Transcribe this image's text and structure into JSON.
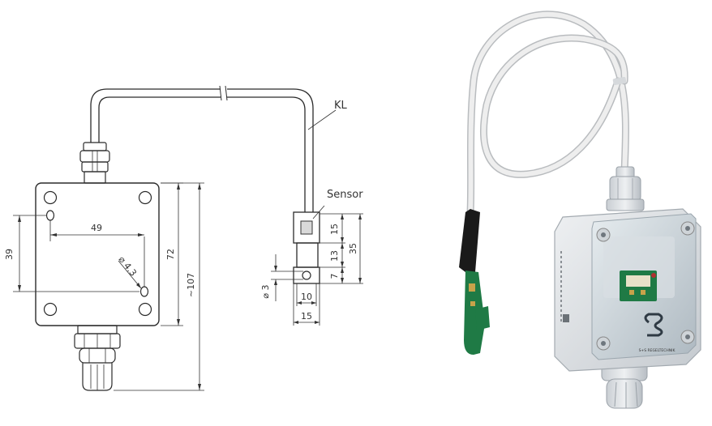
{
  "drawing": {
    "labels": {
      "cable": "KL",
      "sensor": "Sensor"
    },
    "dimensions": {
      "hole_spacing_h": "49",
      "hole_spacing_v": "39",
      "hole_diameter": "⌀ 4.3",
      "box_height": "72",
      "total_height": "~107",
      "sensor_part_1": "15",
      "sensor_part_2": "13",
      "sensor_part_3": "7",
      "sensor_total": "35",
      "sensor_hole": "⌀ 3",
      "sensor_width_inner": "10",
      "sensor_width_outer": "15"
    }
  },
  "photo": {
    "brand_text": "S+S REGELTECHNIK",
    "colors": {
      "housing": "#dcdfe3",
      "cover": "#c9d3da",
      "cable": "#e6e6e6",
      "pcb": "#1f7a45"
    }
  }
}
